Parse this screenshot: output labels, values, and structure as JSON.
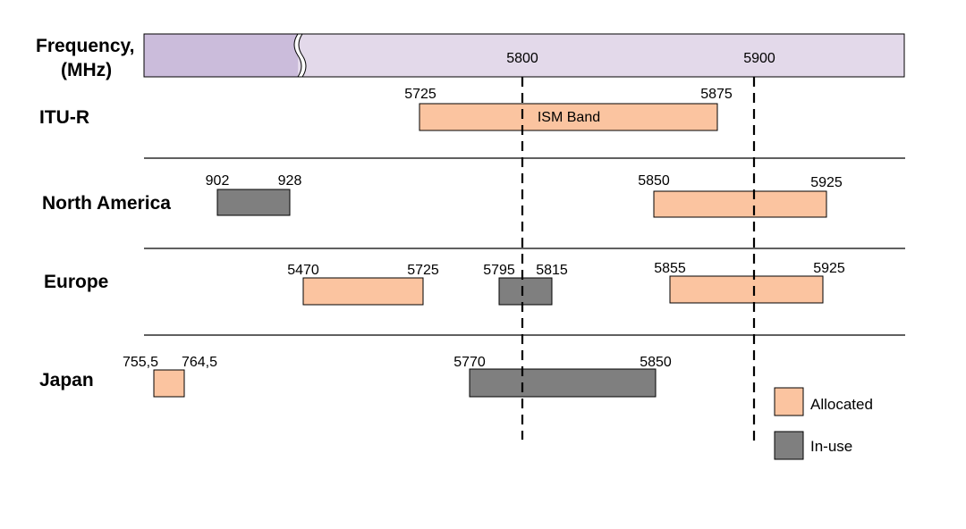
{
  "axis": {
    "label_line1": "Frequency,",
    "label_line2": "(MHz)",
    "ticks": [
      "5800",
      "5900"
    ]
  },
  "regions": [
    "ITU-R",
    "North America",
    "Europe",
    "Japan"
  ],
  "bands": {
    "itu_ism": {
      "start": "5725",
      "end": "5875",
      "label": "ISM Band",
      "status": "allocated"
    },
    "na_low": {
      "start": "902",
      "end": "928",
      "status": "in-use"
    },
    "na_high": {
      "start": "5850",
      "end": "5925",
      "status": "allocated"
    },
    "eu_low": {
      "start": "5470",
      "end": "5725",
      "status": "allocated"
    },
    "eu_mid": {
      "start": "5795",
      "end": "5815",
      "status": "in-use"
    },
    "eu_high": {
      "start": "5855",
      "end": "5925",
      "status": "allocated"
    },
    "jp_low": {
      "start": "755,5",
      "end": "764,5",
      "status": "allocated"
    },
    "jp_mid": {
      "start": "5770",
      "end": "5850",
      "status": "in-use"
    }
  },
  "legend": {
    "allocated": "Allocated",
    "in_use": "In-use"
  },
  "colors": {
    "allocated": "#FBC4A0",
    "in_use": "#7F7F7F",
    "axis_dark": "#CBBCDB",
    "axis_light": "#E3D9EA"
  }
}
